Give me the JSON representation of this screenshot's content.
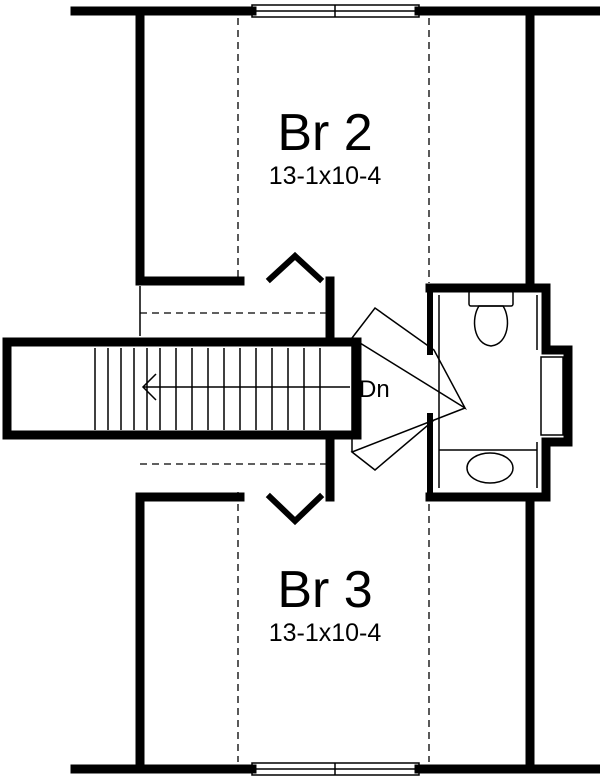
{
  "rooms": [
    {
      "id": "br2",
      "name": "Br 2",
      "dimensions": "13-1x10-4"
    },
    {
      "id": "br3",
      "name": "Br 3",
      "dimensions": "13-1x10-4"
    }
  ],
  "stair": {
    "label": "Dn"
  }
}
